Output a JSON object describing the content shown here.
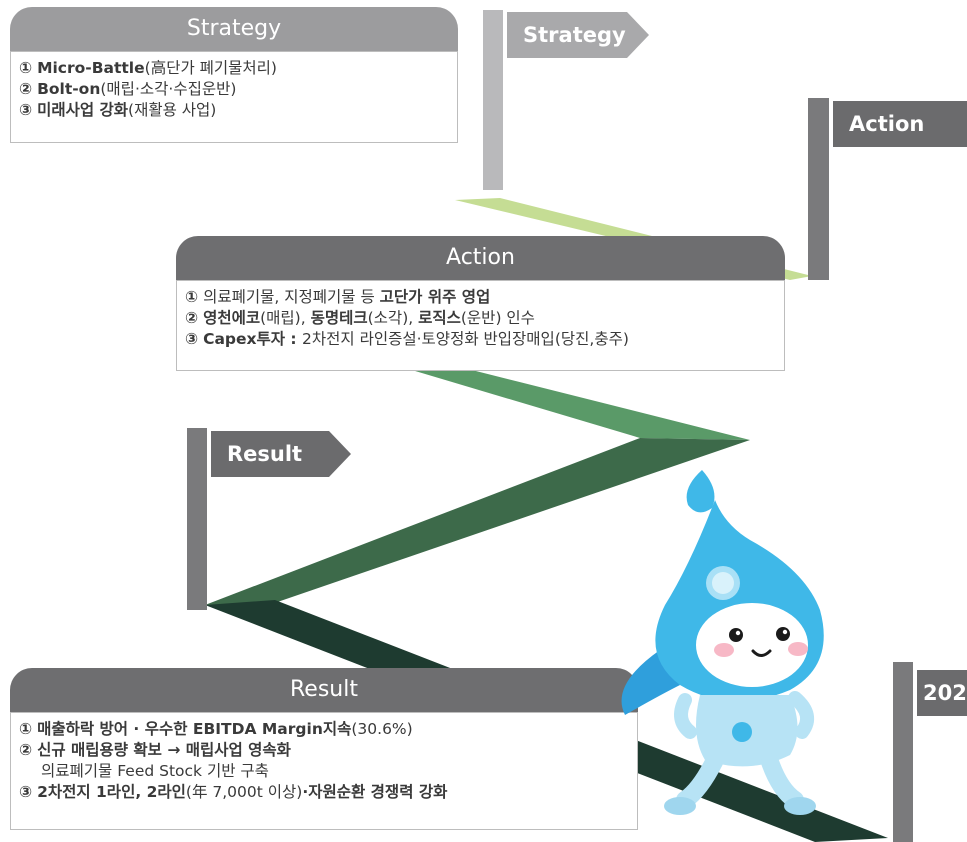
{
  "strategy": {
    "flag_label": "Strategy",
    "box_title": "Strategy",
    "items": [
      {
        "num": "①",
        "bold": "Micro-Battle",
        "rest": "(高단가 폐기물처리)"
      },
      {
        "num": "②",
        "bold": "Bolt-on",
        "rest": "(매립·소각·수집운반)"
      },
      {
        "num": "③",
        "bold": "미래사업 강화",
        "rest": "(재활용 사업)"
      }
    ]
  },
  "action": {
    "flag_label": "Action",
    "box_title": "Action",
    "items": [
      {
        "num": "①",
        "text": "의료폐기물, 지정폐기물 등 ",
        "bold": "고단가 위주 영업"
      },
      {
        "num": "②",
        "p1": "영천에코",
        "r1": "(매립), ",
        "p2": "동명테크",
        "r2": "(소각), ",
        "p3": "로직스",
        "r3": "(운반) 인수"
      },
      {
        "num": "③",
        "bold": "Capex투자 : ",
        "rest": "2차전지 라인증설·토양정화 반입장매입(당진,충주)"
      }
    ]
  },
  "result": {
    "flag_label": "Result",
    "box_title": "Result",
    "items": [
      {
        "num": "①",
        "bold": "매출하락 방어 · 우수한 EBITDA Margin지속",
        "rest": "(30.6%)"
      },
      {
        "num": "②",
        "bold": "신규 매립용량 확보 → 매립사업 영속화"
      },
      {
        "sub": "의료폐기물 Feed Stock 기반 구축"
      },
      {
        "num": "③",
        "bold": "2차전지 1라인, 2라인",
        "rest": "(年 7,000t 이상)",
        "bold2": "·자원순환 경쟁력 강화"
      }
    ]
  },
  "year_flag_label": "202",
  "colors": {
    "flag_dark": "#6b6b6d",
    "flag_light": "#a9a9ab",
    "ribbon_lime": "#c5dd94",
    "ribbon_green": "#4f8f5e",
    "ribbon_dark_green": "#3d6a4a",
    "ribbon_darkest": "#1e3b30",
    "mascot_blue": "#3fb8e8"
  },
  "mascot": {
    "icon": "water-drop-mascot-icon"
  }
}
